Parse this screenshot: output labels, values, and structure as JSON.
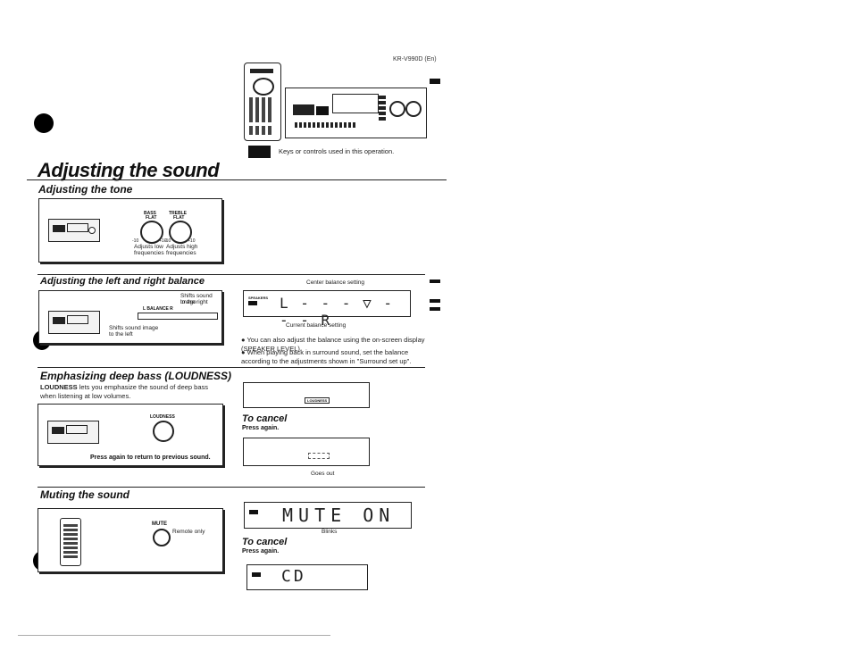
{
  "header": {
    "model": "KR-V990D (En)"
  },
  "legend": {
    "text": "Keys or controls used in this operation."
  },
  "title": "Adjusting the sound",
  "tone": {
    "heading": "Adjusting the tone",
    "bass_label": "BASS",
    "treble_label": "TREBLE",
    "flat": "FLAT",
    "minus": "-10",
    "plus": "+10",
    "bass_desc": [
      "Adjusts low",
      "frequencies"
    ],
    "treble_desc": [
      "Adjusts high",
      "frequencies"
    ]
  },
  "balance": {
    "heading": "Adjusting the left and right balance",
    "right_desc": [
      "Shifts sound image",
      "to the right"
    ],
    "left_desc": [
      "Shifts sound image",
      "to the left"
    ],
    "label": "L  BALANCE  R",
    "center_caption": "Center balance setting",
    "current_caption": "Current balance setting",
    "display": "L - - - ▽ - - - R",
    "bullet1": "You can also adjust the balance using the on-screen display (SPEAKER LEVEL).",
    "bullet2": "When playing back in surround sound, set the balance according to the adjustments shown in \"Surround set up\".",
    "speakers_tag": "SPEAKERS"
  },
  "loudness": {
    "heading": "Emphasizing deep bass (LOUDNESS)",
    "desc_bold": "LOUDNESS",
    "desc_rest": " lets you emphasize the sound of deep bass when listening at low volumes.",
    "button_label": "LOUDNESS",
    "return_text": "Press again to return to previous sound.",
    "indicator": "LOUDNESS",
    "cancel_title": "To cancel",
    "cancel_sub": "Press again.",
    "goes_out": "Goes out"
  },
  "mute": {
    "heading": "Muting the sound",
    "button_label": "MUTE",
    "remote_only": "Remote only",
    "display": "MUTE  ON",
    "blinks": "Blinks",
    "cancel_title": "To cancel",
    "cancel_sub": "Press again.",
    "display2": "CD"
  }
}
